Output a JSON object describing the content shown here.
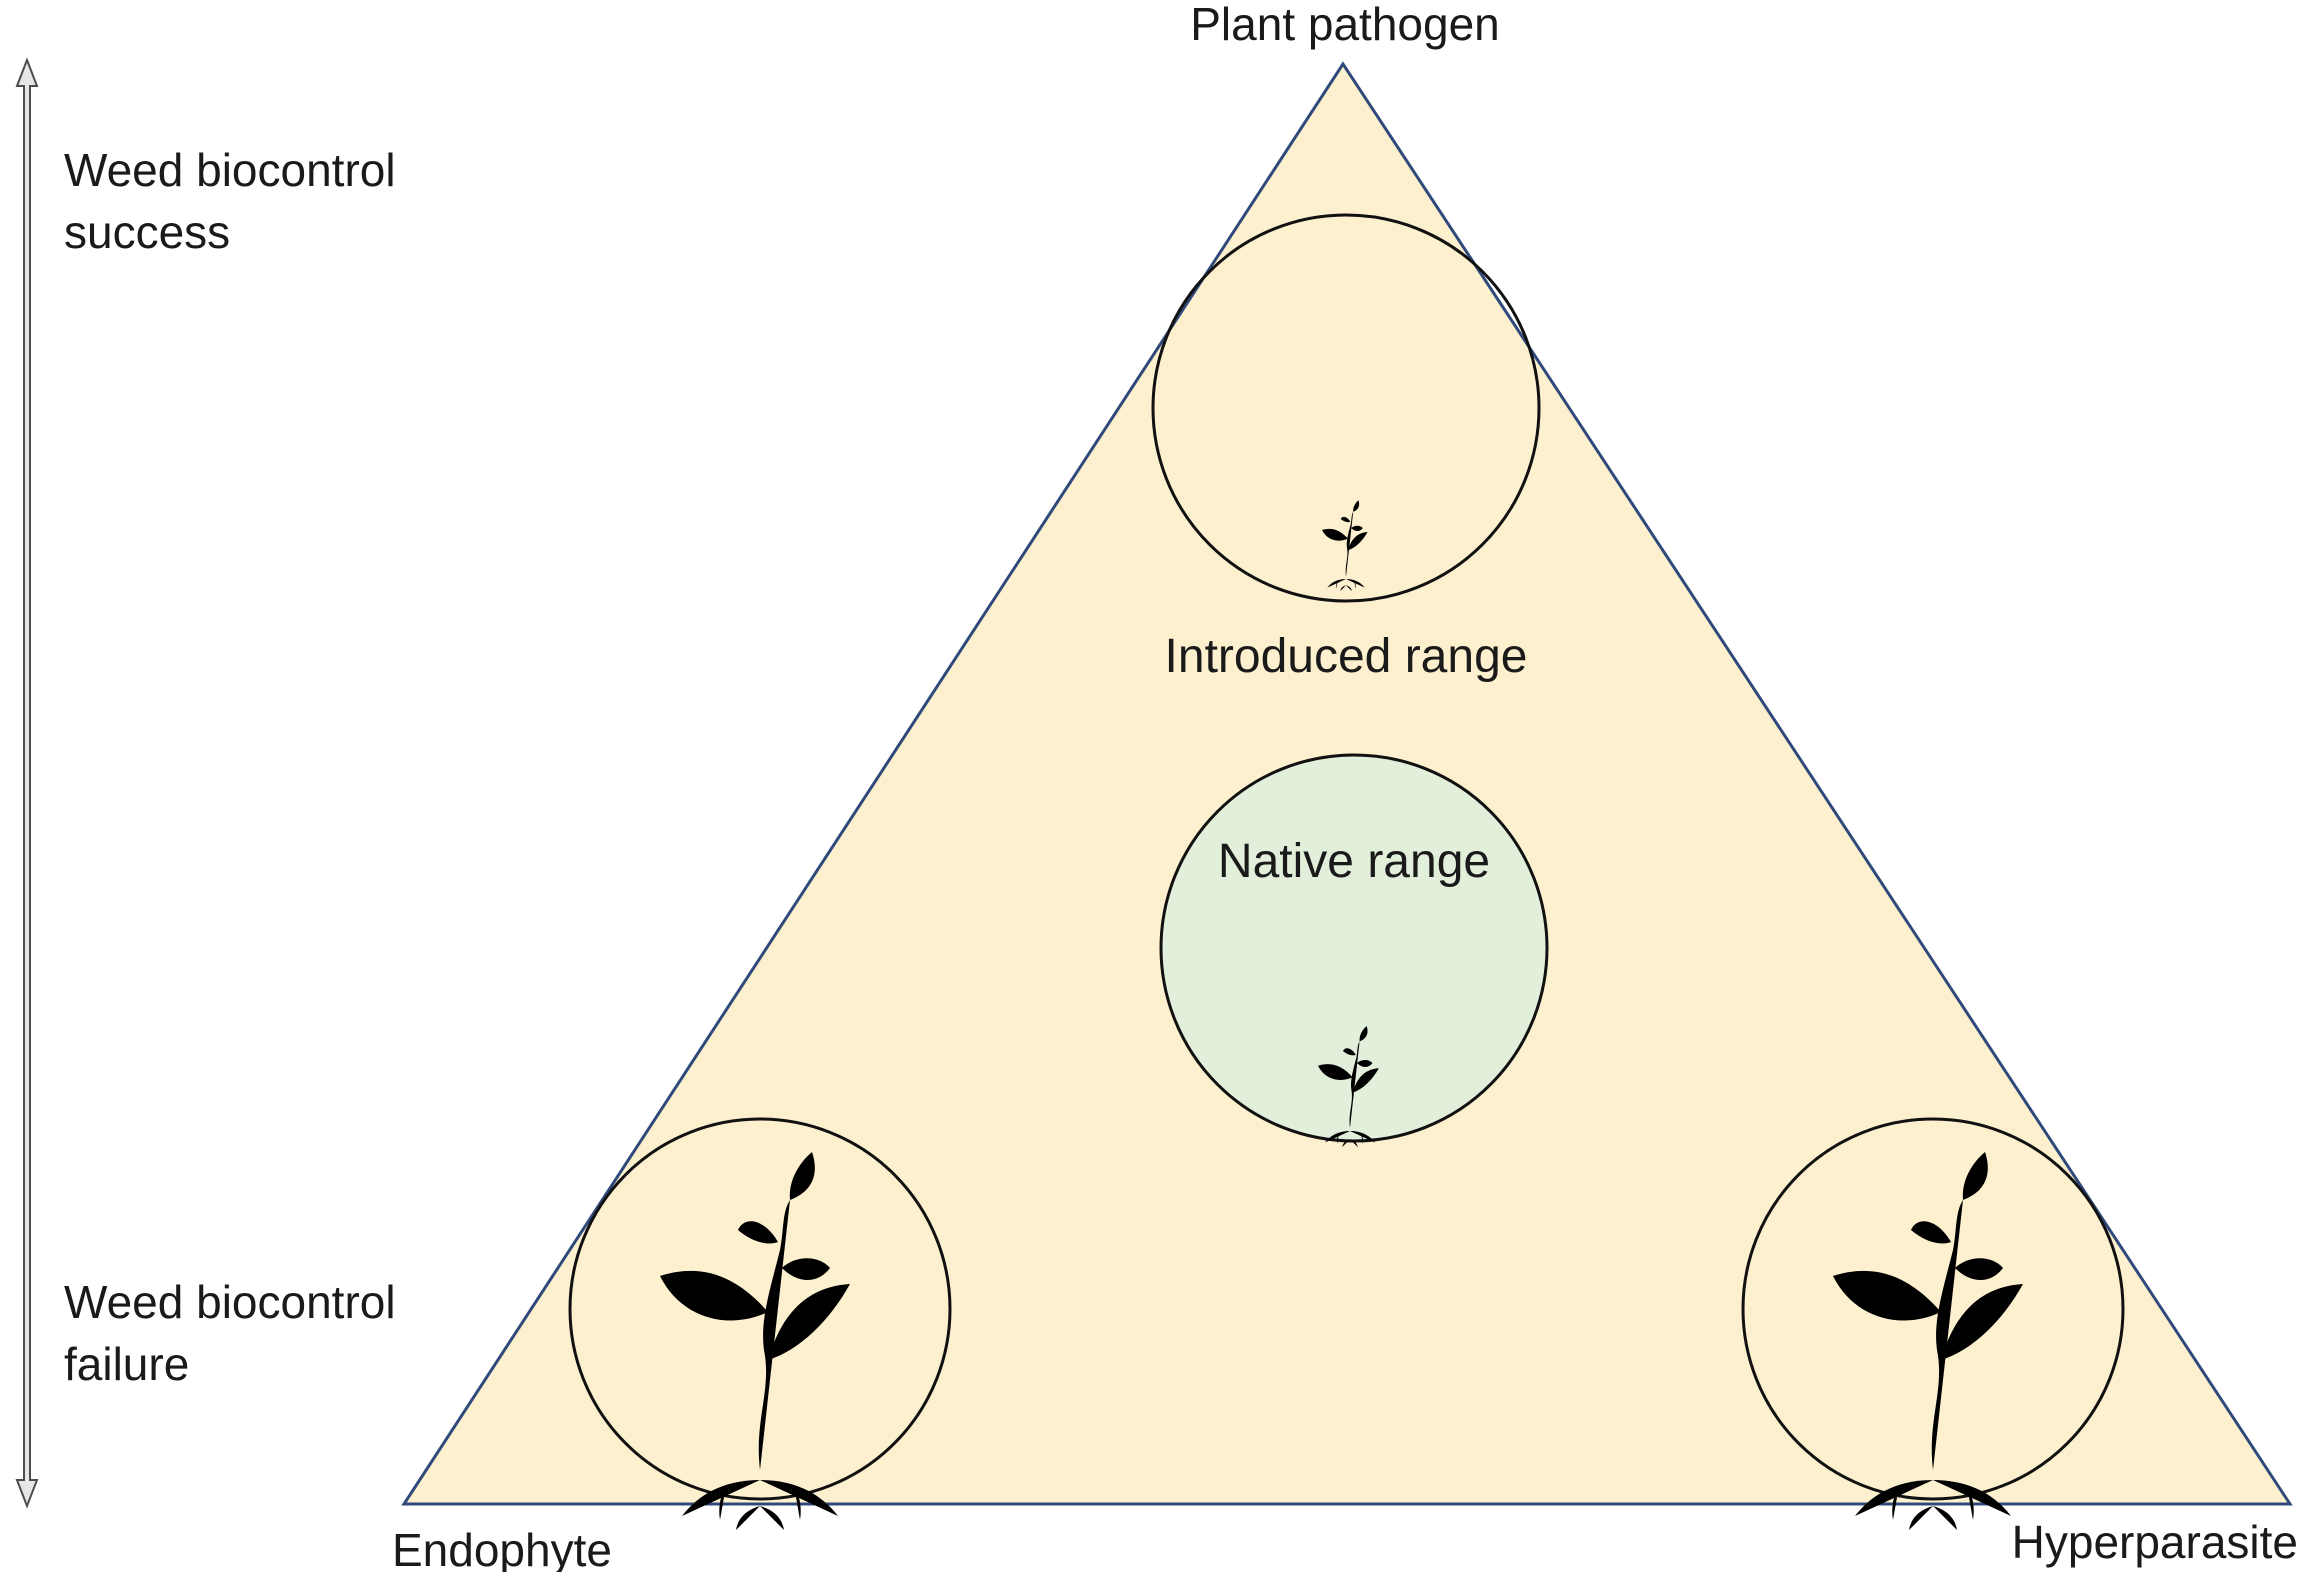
{
  "vertices": {
    "top": "Plant pathogen",
    "bottom_left": "Endophyte",
    "bottom_right": "Hyperparasite"
  },
  "scale": {
    "top_line1": "Weed biocontrol",
    "top_line2": "success",
    "bottom_line1": "Weed biocontrol",
    "bottom_line2": "failure"
  },
  "ranges": {
    "introduced": "Introduced range",
    "native": "Native range"
  },
  "colors": {
    "triangle_fill": "#fdf0cf",
    "triangle_stroke": "#2f4a7a",
    "introduced_text": "#f5c242",
    "native_text": "#6aa84f",
    "native_circle_fill": "#e2efda",
    "arrow_fill": "#e6e6e6"
  },
  "icons": [
    "plant-icon"
  ]
}
